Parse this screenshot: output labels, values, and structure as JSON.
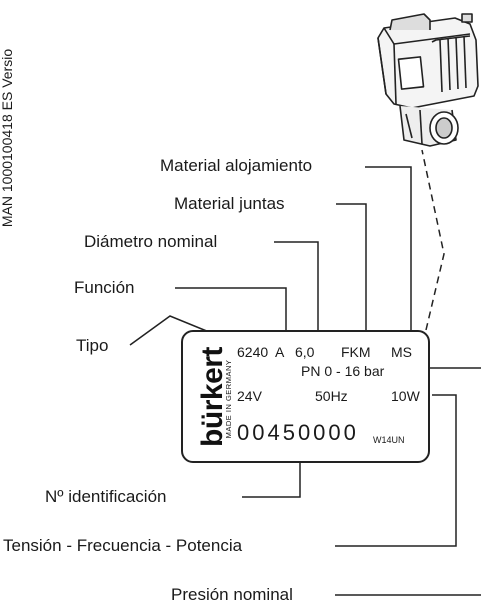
{
  "side_text": "MAN 1000100418 ES Versio",
  "labels": {
    "material_alojamiento": "Material alojamiento",
    "material_juntas": "Material juntas",
    "diametro_nominal": "Diámetro nominal",
    "funcion": "Función",
    "tipo": "Tipo",
    "n_identificacion": "Nº identificación",
    "tension_frecuencia_potencia": "Tensión - Frecuencia - Potencia",
    "presion_nominal": "Presión nominal"
  },
  "plate": {
    "brand": "bürkert",
    "made_in": "MADE IN GERMANY",
    "type": "6240",
    "function": "A",
    "diameter": "6,0",
    "seal": "FKM",
    "housing": "MS",
    "pressure": "PN 0 - 16 bar",
    "voltage": "24V",
    "frequency": "50Hz",
    "power": "10W",
    "serial": "00450000",
    "code": "W14UN"
  }
}
